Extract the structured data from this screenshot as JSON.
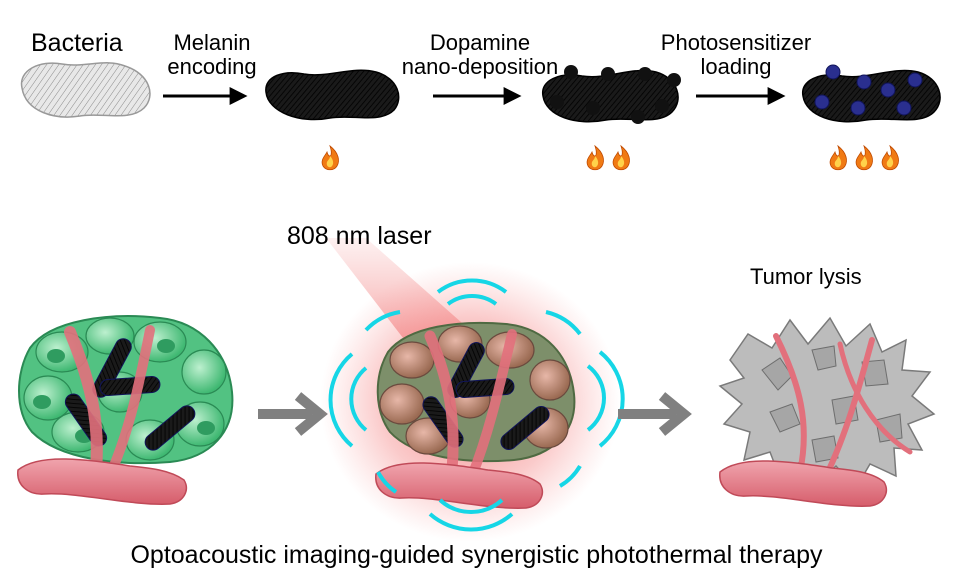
{
  "labels": {
    "bacteria": "Bacteria",
    "steps": [
      {
        "line1": "Melanin",
        "line2": "encoding"
      },
      {
        "line1": "Dopamine",
        "line2": "nano-deposition"
      },
      {
        "line1": "Photosensitizer",
        "line2": "loading"
      }
    ],
    "laser": "808 nm laser",
    "lysis": "Tumor lysis",
    "caption": "Optoacoustic imaging-guided synergistic photothermal therapy"
  },
  "flame_counts": [
    1,
    2,
    3
  ],
  "colors": {
    "tumor_cell": "#5cc98a",
    "vessel": "#e2707c",
    "heat_glow": "#f26b6b",
    "wave": "#16d6e6",
    "arrow_gray": "#808080",
    "lysed_cell": "#b9b9b9",
    "nanoparticle": "#2a2f8f"
  }
}
